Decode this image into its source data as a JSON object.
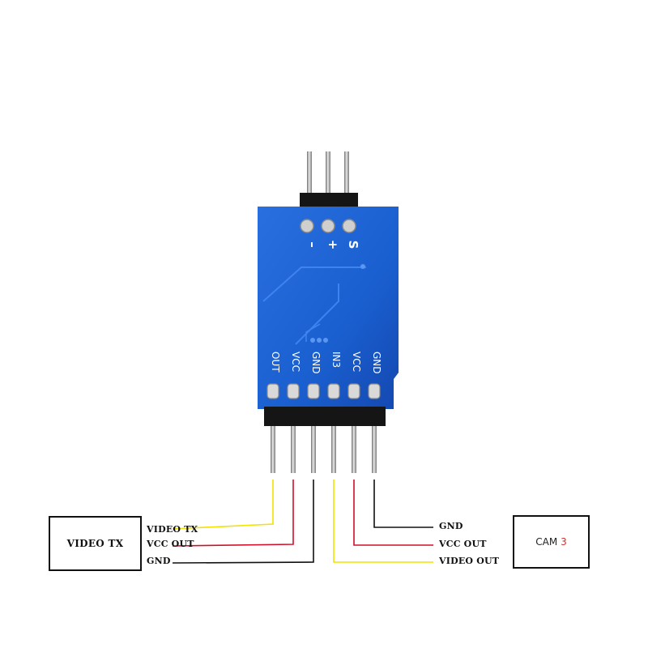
{
  "board": {
    "color": "#1a5fd0",
    "top_pins": [
      "–",
      "+",
      "S"
    ],
    "bottom_pins": [
      "OUT",
      "VCC",
      "GND",
      "IN3",
      "VCC",
      "GND"
    ]
  },
  "left_device": {
    "label": "VIDEO TX",
    "wires": [
      {
        "label": "VIDEO TX",
        "color": "#f2e300"
      },
      {
        "label": "VCC OUT",
        "color": "#d0102a"
      },
      {
        "label": "GND",
        "color": "#111111"
      }
    ]
  },
  "right_device": {
    "label": "CAM",
    "number": "3",
    "wires": [
      {
        "label": "GND",
        "color": "#111111"
      },
      {
        "label": "VCC OUT",
        "color": "#d0102a"
      },
      {
        "label": "VIDEO OUT",
        "color": "#f2e300"
      }
    ]
  }
}
